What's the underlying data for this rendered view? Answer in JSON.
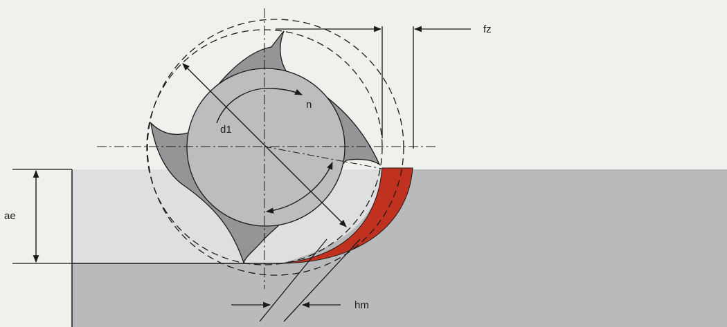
{
  "labels": {
    "fz": "fz",
    "n": "n",
    "d1": "d1",
    "ae": "ae",
    "hm": "hm"
  },
  "colors": {
    "background": "#eef1ec",
    "workpiece": "#b9babc",
    "machined_pocket": "#dedfe0",
    "cutter_body": "#bcbdbf",
    "flute": "#939597",
    "chip": "#c0311f",
    "line": "#1a1a1a"
  }
}
